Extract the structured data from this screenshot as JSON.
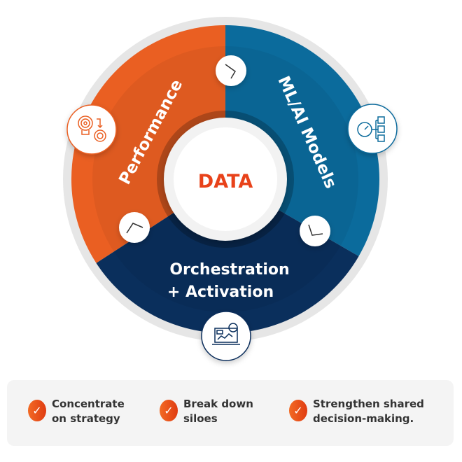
{
  "center_label": "DATA",
  "segments": [
    {
      "label": "Performance",
      "color": "#ea5f22"
    },
    {
      "label": "ML/AI Models",
      "color": "#0b6b9c"
    },
    {
      "label_line1": "Orchestration",
      "label_line2": "+ Activation",
      "color": "#0a2f5c"
    }
  ],
  "icons": [
    "performance-target-icon",
    "ml-gauge-checklist-icon",
    "orchestration-dashboard-icon"
  ],
  "accent": "#e8421a",
  "benefits": [
    {
      "line1": "Concentrate",
      "line2": "on strategy"
    },
    {
      "line1": "Break down",
      "line2": "siloes"
    },
    {
      "line1": "Strengthen shared",
      "line2": "decision-making."
    }
  ],
  "check_glyph": "✓"
}
